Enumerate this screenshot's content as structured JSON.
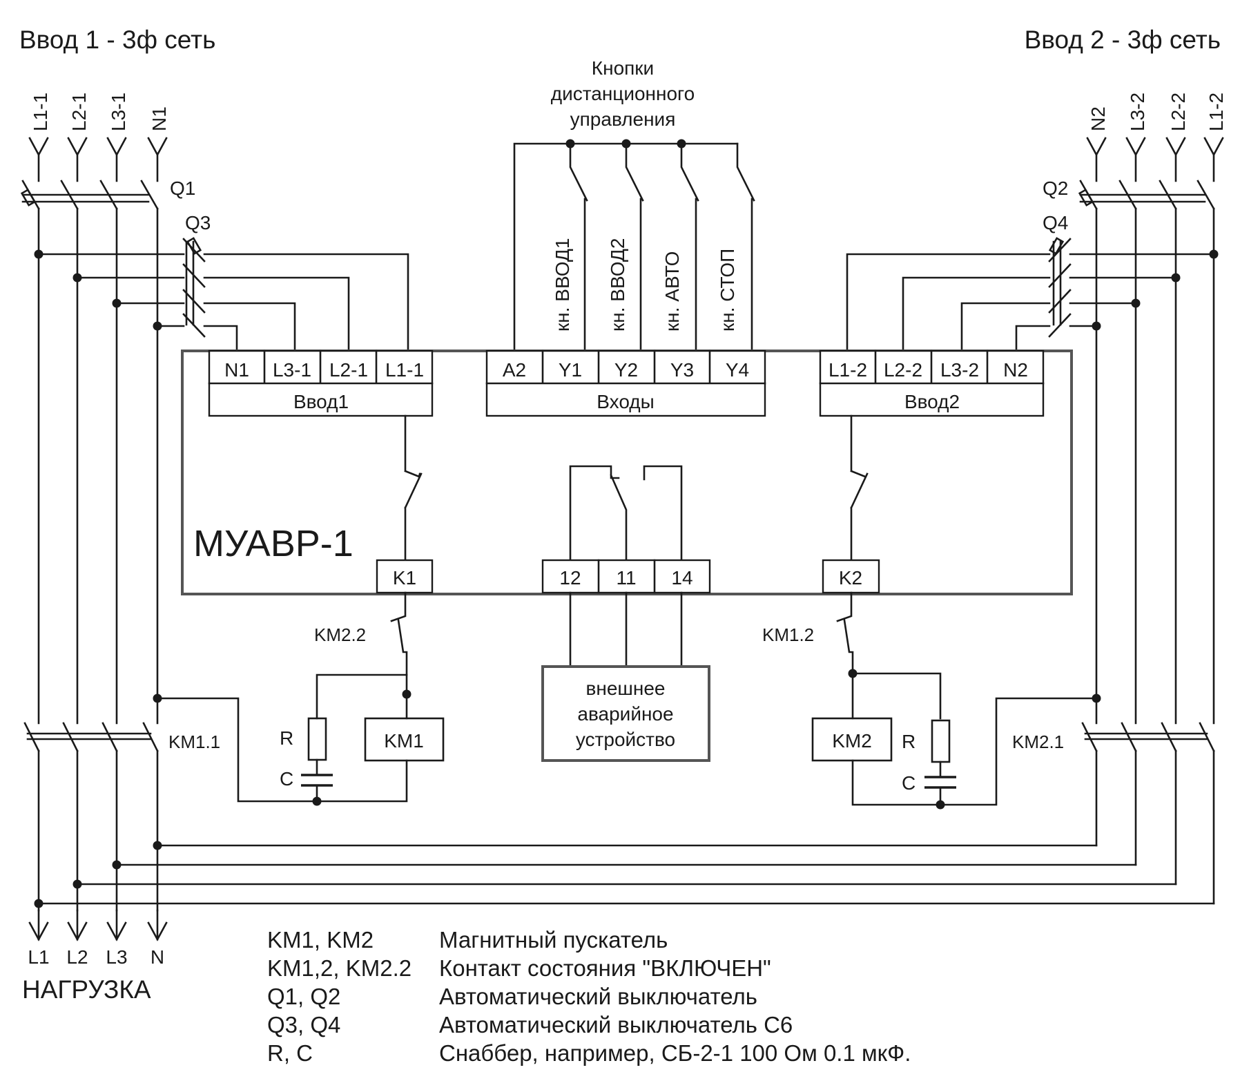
{
  "headings": {
    "input1": "Ввод 1 - 3ф сеть",
    "input2": "Ввод 2 - 3ф сеть",
    "remote_buttons": [
      "Кнопки",
      "дистанционного",
      "управления"
    ],
    "load": "НАГРУЗКА"
  },
  "supply1_lines": [
    "L1-1",
    "L2-1",
    "L3-1",
    "N1"
  ],
  "supply2_lines": [
    "N2",
    "L3-2",
    "L2-2",
    "L1-2"
  ],
  "load_lines": [
    "L1",
    "L2",
    "L3",
    "N"
  ],
  "buttons": [
    "кн. ВВОД1",
    "кн. ВВОД2",
    "кн. АВТО",
    "кн. СТОП"
  ],
  "device": {
    "name": "МУАВР-1",
    "input1_terminals": [
      "N1",
      "L3-1",
      "L2-1",
      "L1-1"
    ],
    "input1_group": "Ввод1",
    "inputs_terminals": [
      "A2",
      "Y1",
      "Y2",
      "Y3",
      "Y4"
    ],
    "inputs_group": "Входы",
    "input2_terminals": [
      "L1-2",
      "L2-2",
      "L3-2",
      "N2"
    ],
    "input2_group": "Ввод2",
    "k1": "K1",
    "k2": "K2",
    "relay_terminals": [
      "12",
      "11",
      "14"
    ]
  },
  "components": {
    "q1": "Q1",
    "q2": "Q2",
    "q3": "Q3",
    "q4": "Q4",
    "km1_1": "KM1.1",
    "km2_1": "KM2.1",
    "km2_2": "KM2.2",
    "km1_2": "KM1.2",
    "km1_coil": "KM1",
    "km2_coil": "KM2",
    "r": "R",
    "c": "C"
  },
  "external_device": [
    "внешнее",
    "аварийное",
    "устройство"
  ],
  "legend": [
    {
      "key": "KM1, KM2",
      "value": "Магнитный пускатель"
    },
    {
      "key": "KM1,2, KM2.2",
      "value": "Контакт состояния \"ВКЛЮЧЕН\""
    },
    {
      "key": "Q1, Q2",
      "value": "Автоматический выключатель"
    },
    {
      "key": "Q3, Q4",
      "value": "Автоматический выключатель C6"
    },
    {
      "key": "R, C",
      "value": "Снаббер, например, СБ-2-1 100 Ом 0.1 мкФ."
    }
  ]
}
